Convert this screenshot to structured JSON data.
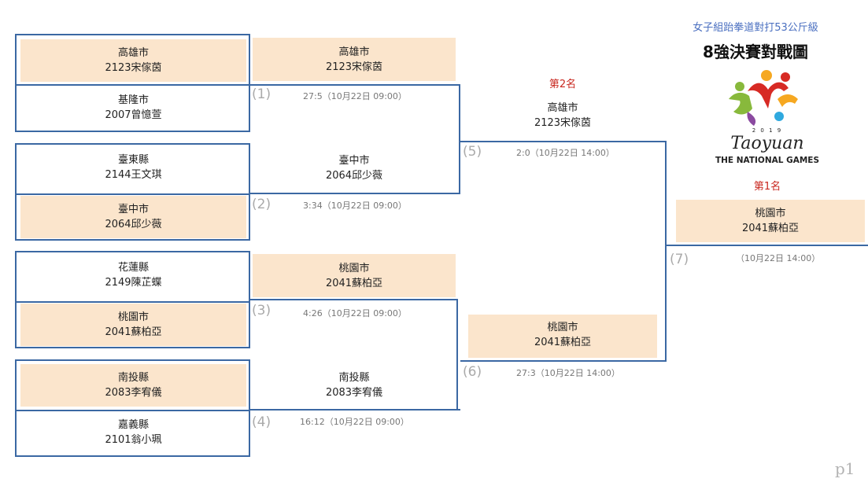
{
  "header": {
    "subtitle": "女子組跆拳道對打53公斤級",
    "title": "8強決賽對戰圖"
  },
  "logo": {
    "year": "2 0 1 9",
    "wordmark": "Taoyuan",
    "caption": "THE NATIONAL GAMES",
    "colors": [
      "#d72a24",
      "#f6a821",
      "#88b93c",
      "#2fa9df",
      "#8b4aa0"
    ]
  },
  "ranks": {
    "first": "第1名",
    "second": "第2名"
  },
  "page_number": "p1",
  "colors": {
    "line": "#3b68a3",
    "fill": "#fbe5cc",
    "rank": "#c8261e",
    "subtitle": "#4a6fc0"
  },
  "round1": [
    {
      "city": "高雄市",
      "name": "2123宋傢茵",
      "winner": true
    },
    {
      "city": "基隆市",
      "name": "2007曾憶萱",
      "winner": false
    },
    {
      "city": "臺東縣",
      "name": "2144王文琪",
      "winner": false
    },
    {
      "city": "臺中市",
      "name": "2064邱少薇",
      "winner": true
    },
    {
      "city": "花蓮縣",
      "name": "2149陳芷蝶",
      "winner": false
    },
    {
      "city": "桃園市",
      "name": "2041蘇柏亞",
      "winner": true
    },
    {
      "city": "南投縣",
      "name": "2083李宥儀",
      "winner": true
    },
    {
      "city": "嘉義縣",
      "name": "2101翁小珮",
      "winner": false
    }
  ],
  "round2": [
    {
      "city": "高雄市",
      "name": "2123宋傢茵"
    },
    {
      "city": "臺中市",
      "name": "2064邱少薇"
    },
    {
      "city": "桃園市",
      "name": "2041蘇柏亞"
    },
    {
      "city": "南投縣",
      "name": "2083李宥儀"
    }
  ],
  "semis": [
    {
      "city": "高雄市",
      "name": "2123宋傢茵"
    },
    {
      "city": "桃園市",
      "name": "2041蘇柏亞"
    }
  ],
  "final": {
    "city": "桃園市",
    "name": "2041蘇柏亞"
  },
  "matches": [
    {
      "num": "(1)",
      "score": "27:5（10月22日 09:00）"
    },
    {
      "num": "(2)",
      "score": "3:34（10月22日 09:00）"
    },
    {
      "num": "(3)",
      "score": "4:26（10月22日 09:00）"
    },
    {
      "num": "(4)",
      "score": "16:12（10月22日 09:00）"
    },
    {
      "num": "(5)",
      "score": "2:0（10月22日 14:00）"
    },
    {
      "num": "(6)",
      "score": "27:3（10月22日 14:00）"
    },
    {
      "num": "(7)",
      "score": "（10月22日 14:00）"
    }
  ]
}
